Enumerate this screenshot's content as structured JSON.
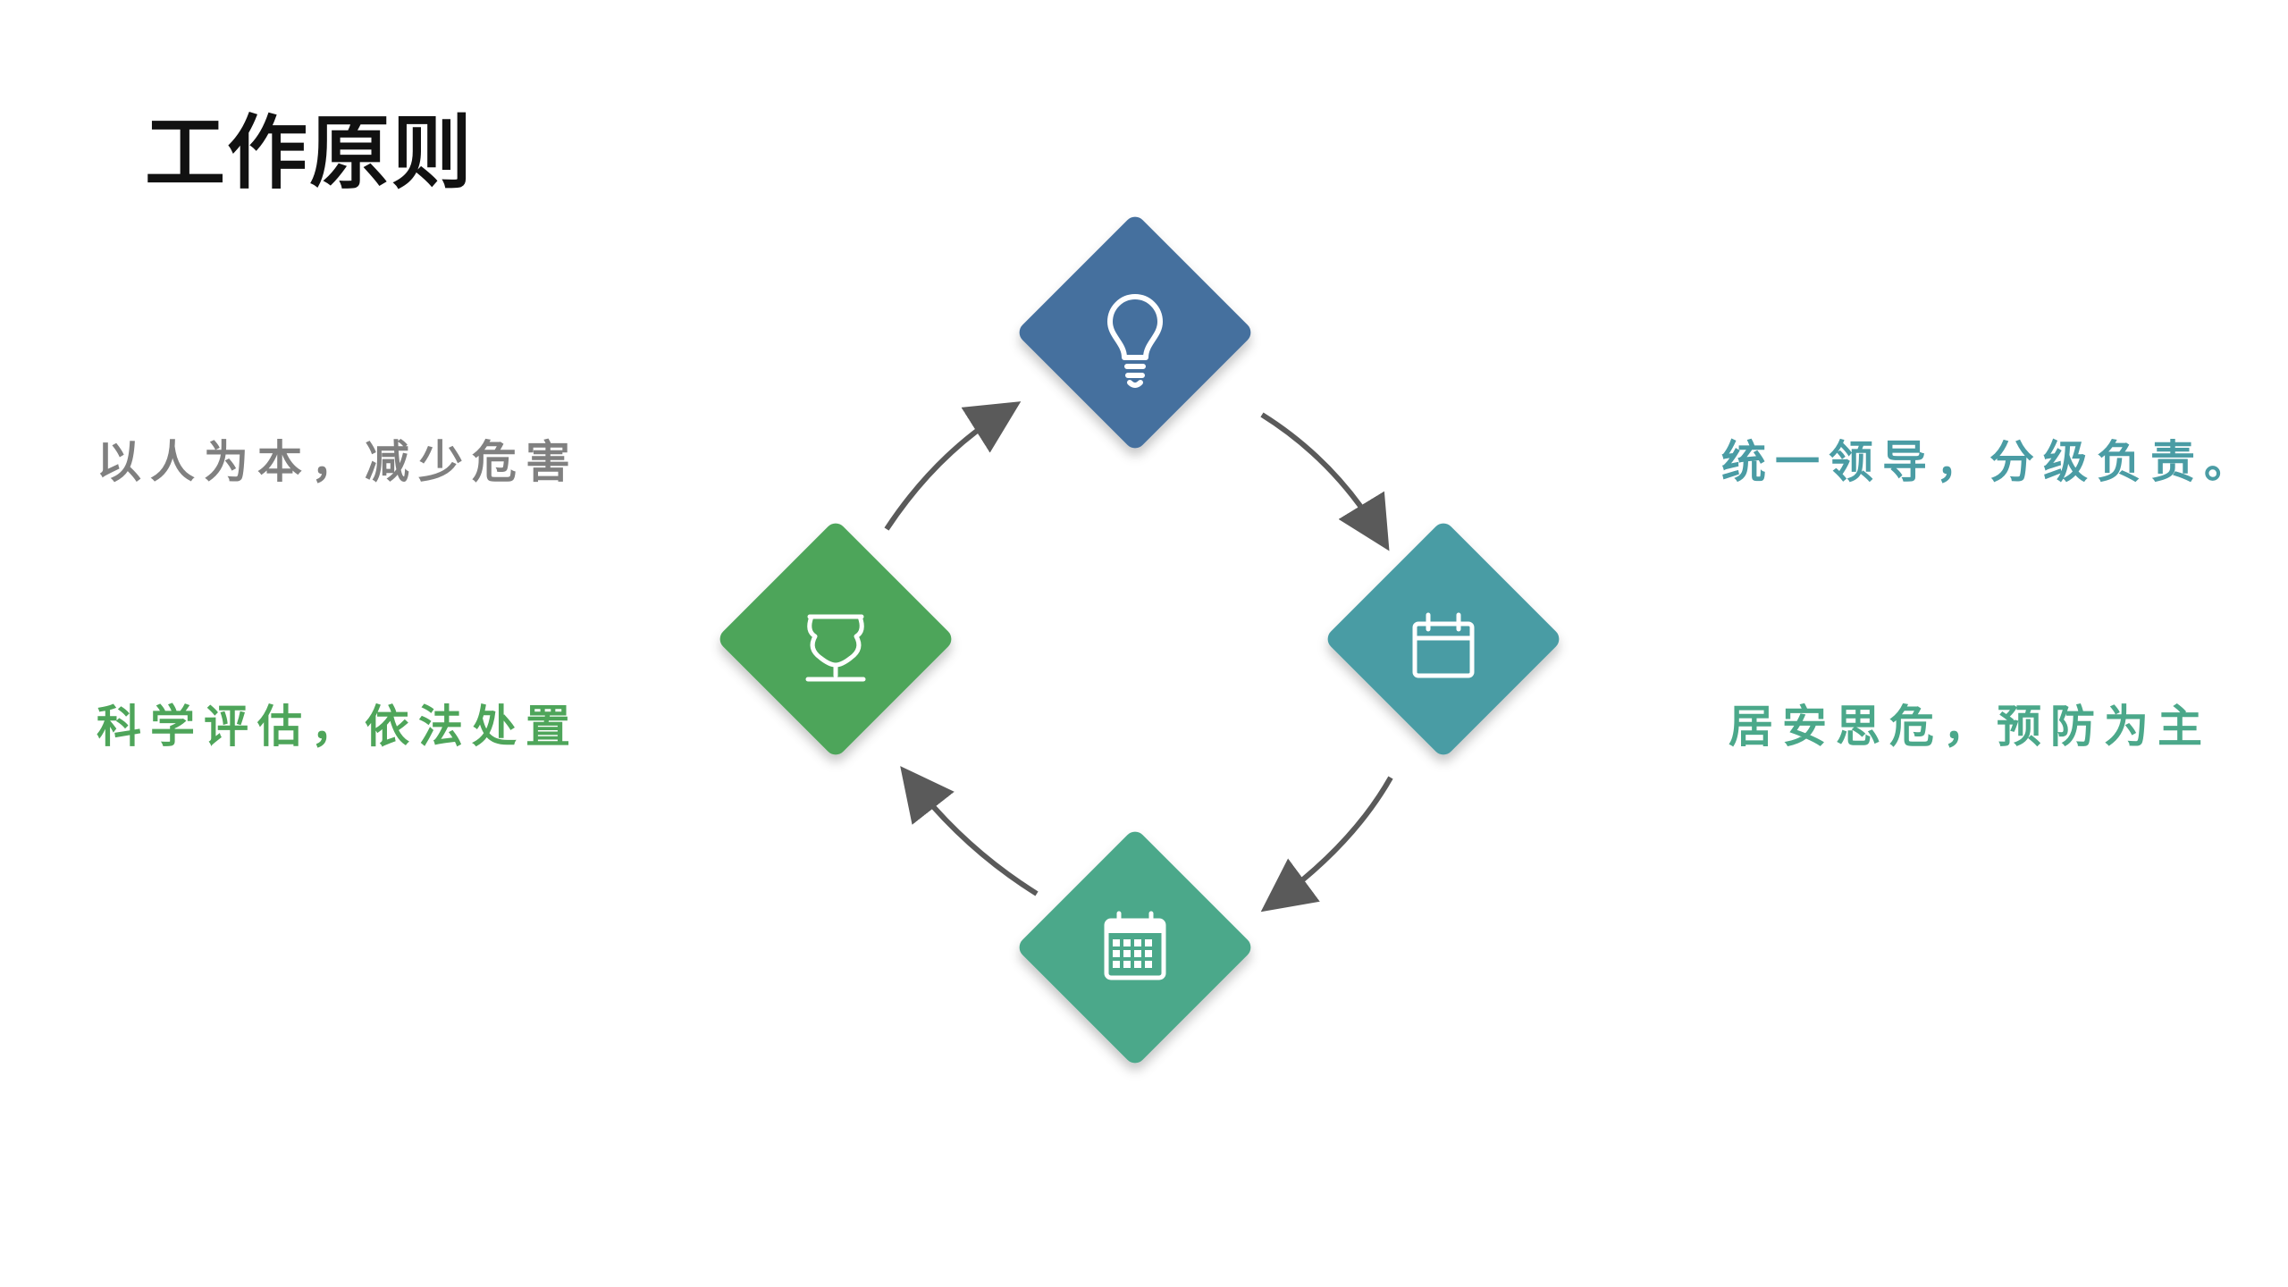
{
  "title": "工作原则",
  "principles": {
    "left_top": "以人为本，减少危害",
    "left_bottom": "科学评估，依法处置",
    "right_top": "统一领导，分级负责。",
    "right_bottom": "居安思危，预防为主"
  },
  "colors": {
    "title": "#111111",
    "left_top_text": "#808080",
    "left_bottom_text": "#4ea55a",
    "right_top_text": "#4a9ca4",
    "right_bottom_text": "#4ba88a",
    "diamond_top": "#44709e",
    "diamond_right": "#4a9ca4",
    "diamond_bottom": "#4ba88a",
    "diamond_left": "#4ea55a",
    "arrow": "#5a5a5a"
  },
  "icons": {
    "top": "lightbulb-icon",
    "right": "calendar-icon",
    "bottom": "calendar-grid-icon",
    "left": "trophy-cup-icon"
  }
}
